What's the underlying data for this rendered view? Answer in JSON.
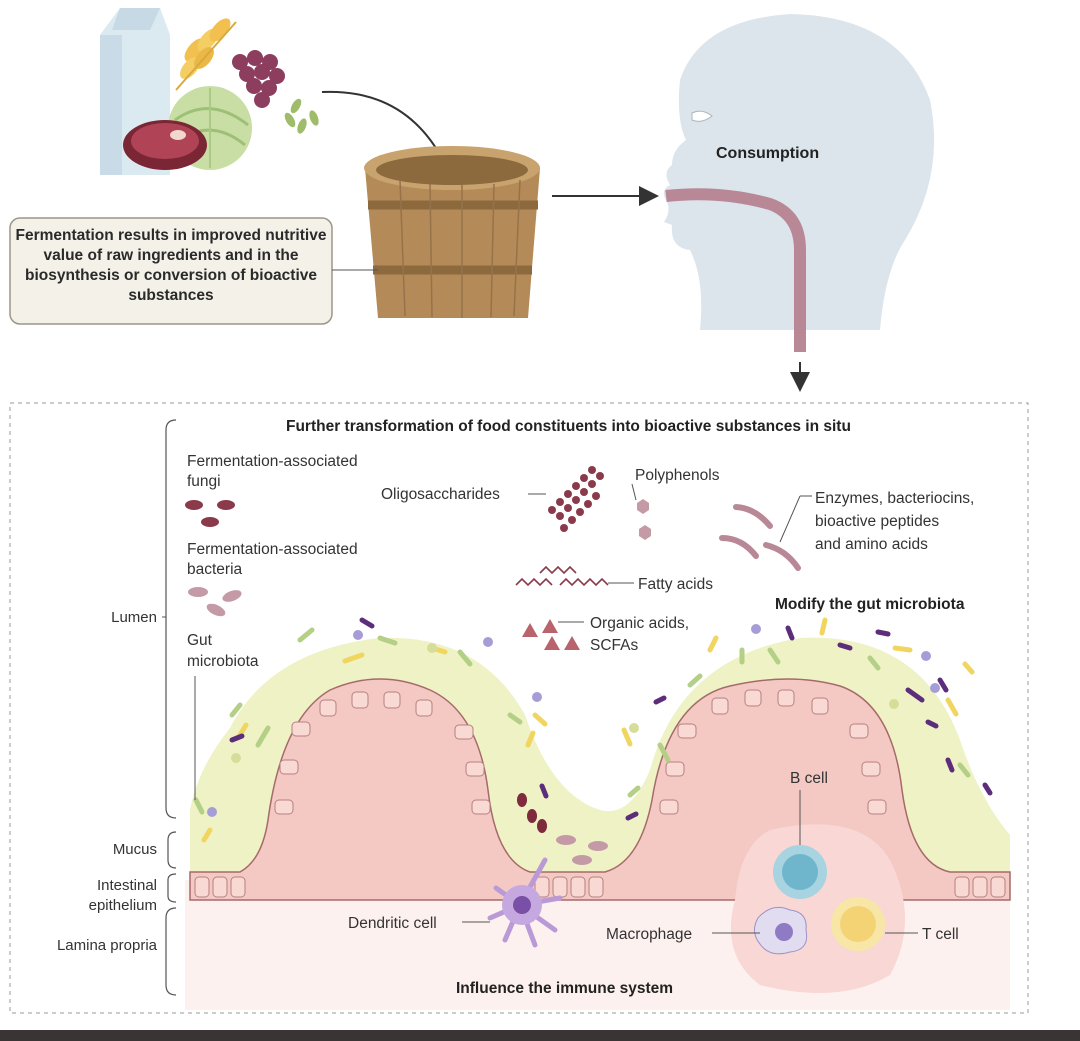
{
  "top": {
    "consumption_label": "Consumption",
    "callout_text": "Fermentation results in improved nutritive value of raw ingredients and in the biosynthesis or conversion of bioactive substances"
  },
  "gut_panel": {
    "title": "Further transformation of food constituents into bioactive substances in situ",
    "left_regions": {
      "lumen": "Lumen",
      "mucus": "Mucus",
      "epithelium_line1": "Intestinal",
      "epithelium_line2": "epithelium",
      "lamina_propria": "Lamina propria"
    },
    "legend": {
      "fungi_line1": "Fermentation-associated",
      "fungi_line2": "fungi",
      "bacteria_line1": "Fermentation-associated",
      "bacteria_line2": "bacteria",
      "microbiota_line1": "Gut",
      "microbiota_line2": "microbiota"
    },
    "substances": {
      "oligosaccharides": "Oligosaccharides",
      "polyphenols": "Polyphenols",
      "enzymes_line1": "Enzymes, bacteriocins,",
      "enzymes_line2": "bioactive peptides",
      "enzymes_line3": "and amino acids",
      "fatty_acids": "Fatty acids",
      "organic_acids_line1": "Organic acids,",
      "organic_acids_line2": "SCFAs"
    },
    "effects": {
      "modify_microbiota": "Modify the gut microbiota",
      "influence_immune": "Influence the immune system"
    },
    "immune_cells": {
      "b_cell": "B cell",
      "t_cell": "T cell",
      "macrophage": "Macrophage",
      "dendritic_cell": "Dendritic cell"
    }
  },
  "colors": {
    "mauve": "#b98896",
    "maroon": "#8a3a4a",
    "mucus_yellow": "#eef2c4",
    "epithelium_pink": "#f4c9c4",
    "barrel_brown": "#a9814f",
    "head_blue": "#dde6ec",
    "purple": "#5b2d7a"
  }
}
